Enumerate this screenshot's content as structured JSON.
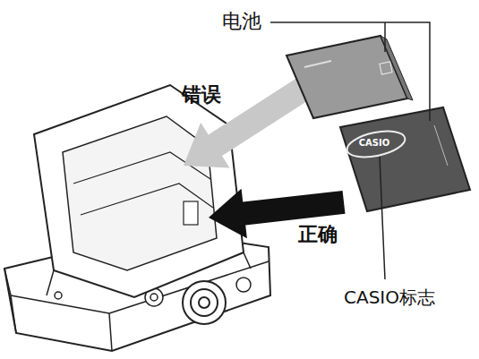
{
  "diagram": {
    "labels": [
      "电池",
      "错误",
      "CASIO",
      "正确",
      "CASIO标志"
    ]
  }
}
